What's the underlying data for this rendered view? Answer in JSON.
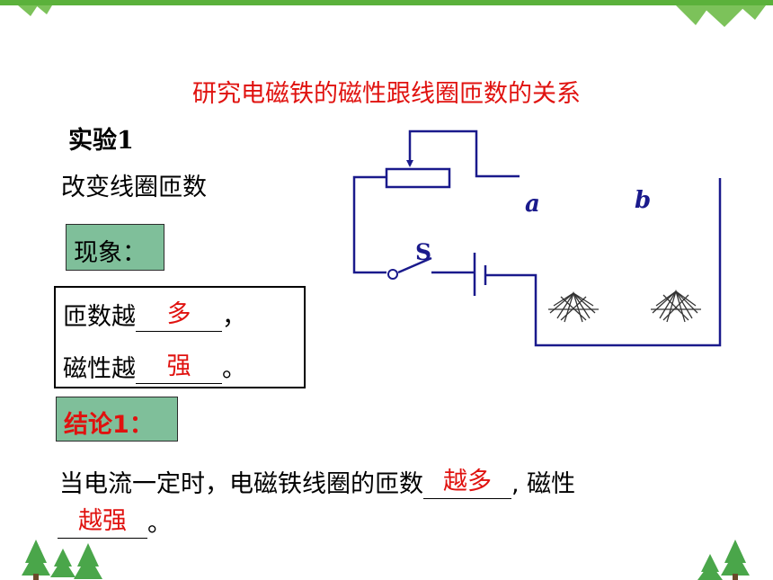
{
  "title": "研究电磁铁的磁性跟线圈匝数的关系",
  "experiment": {
    "label": "实验1",
    "action": "改变线圈匝数",
    "phenomenon_label": "现象："
  },
  "observation": {
    "line1_prefix": "匝数越",
    "line1_answer": "多",
    "line1_suffix": "，",
    "line2_prefix": "磁性越",
    "line2_answer": "强",
    "line2_suffix": "。"
  },
  "conclusion": {
    "label": "结论1：",
    "text_prefix": "当电流一定时，电磁铁线圈的匝数",
    "answer1": "越多",
    "text_middle": ", 磁性",
    "answer2": "越强",
    "text_end": "。"
  },
  "circuit": {
    "switch_label": "S",
    "coil_a_label": "a",
    "coil_b_label": "b"
  },
  "colors": {
    "accent_red": "#e0120f",
    "label_box_green": "#7fbf9a",
    "circuit_blue": "#1a1a8c",
    "decor_green": "#5bb13b"
  }
}
